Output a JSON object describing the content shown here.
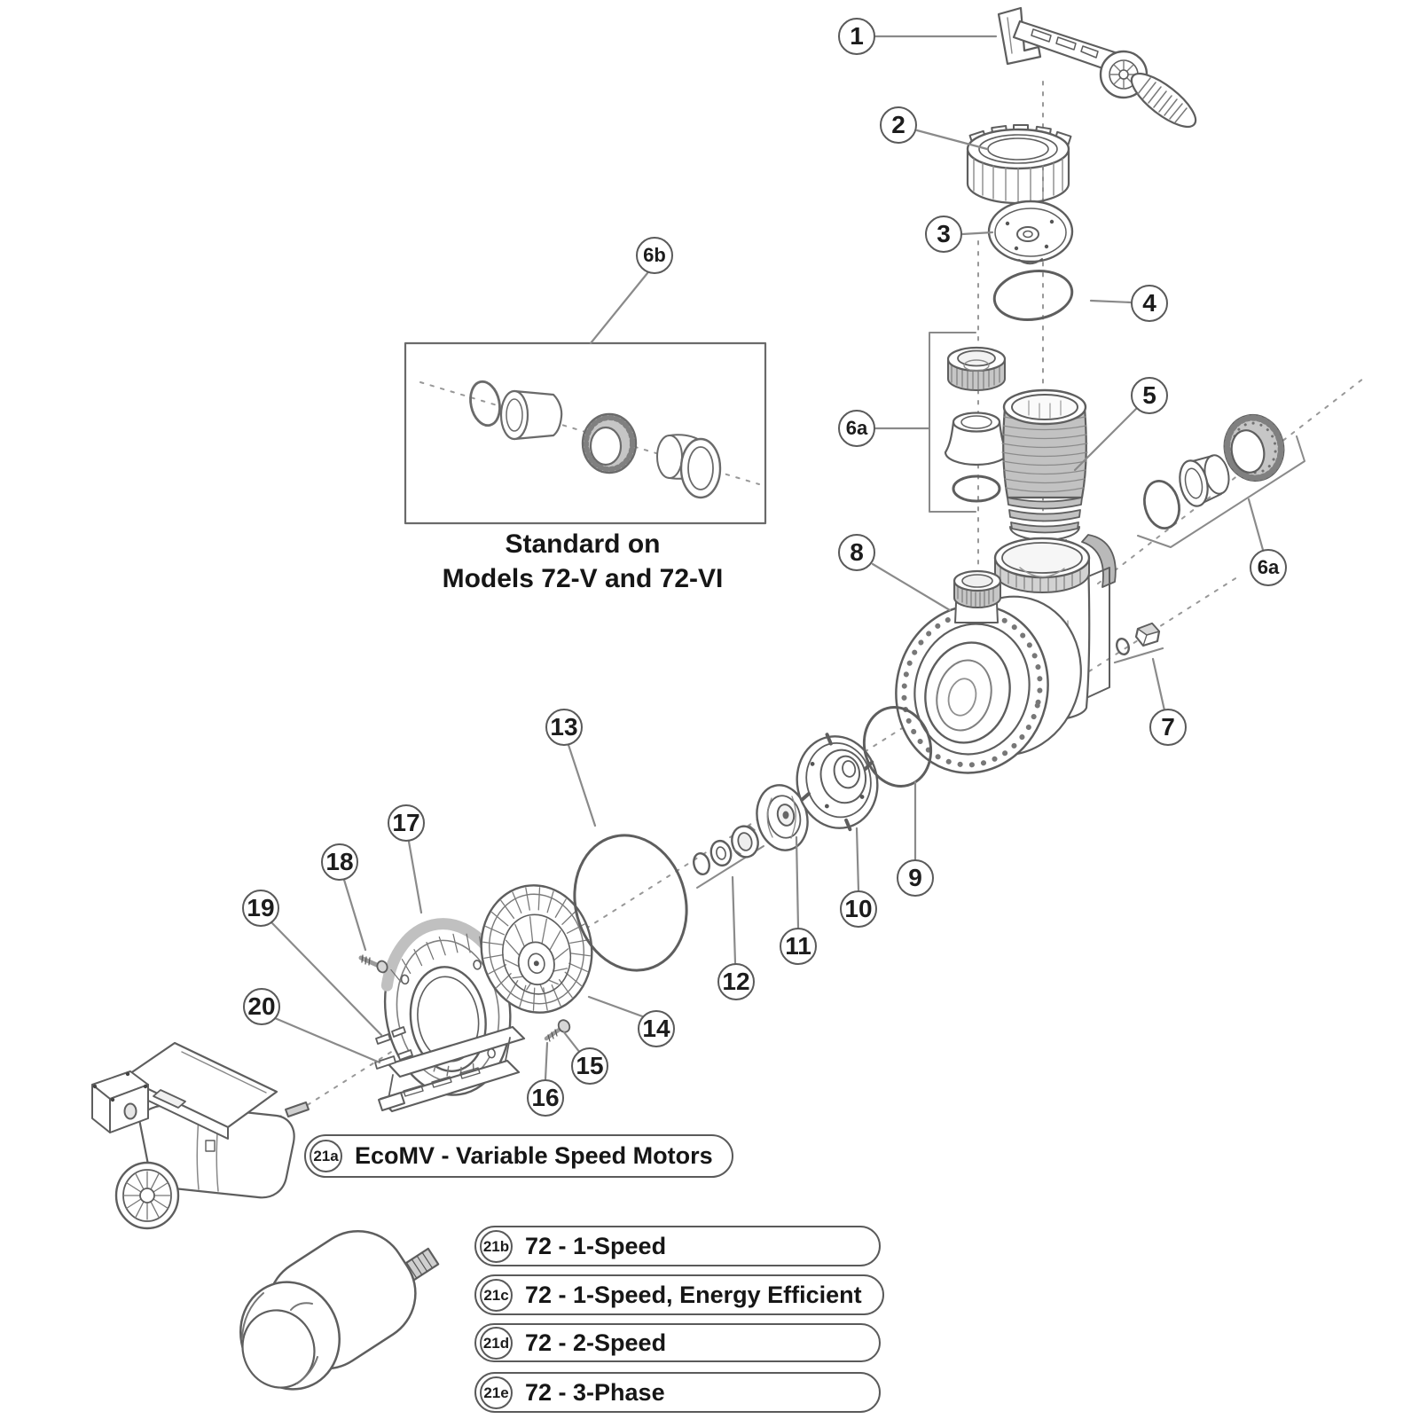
{
  "figure": {
    "type": "exploded-parts-diagram",
    "subject": "pump parts breakdown"
  },
  "colors": {
    "line": "#5e5e5e",
    "leader": "#8a8a8a",
    "dash": "#989898",
    "fill_gray": "#c6c6c6",
    "text": "#161616",
    "background": "#ffffff"
  },
  "note": {
    "line1": "Standard on",
    "line2": "Models 72-V and 72-VI"
  },
  "callouts": [
    {
      "label": "1"
    },
    {
      "label": "2"
    },
    {
      "label": "3"
    },
    {
      "label": "4"
    },
    {
      "label": "5"
    },
    {
      "label": "6b"
    },
    {
      "label": "6a"
    },
    {
      "label": "8"
    },
    {
      "label": "6a"
    },
    {
      "label": "7"
    },
    {
      "label": "13"
    },
    {
      "label": "17"
    },
    {
      "label": "18"
    },
    {
      "label": "9"
    },
    {
      "label": "19"
    },
    {
      "label": "10"
    },
    {
      "label": "11"
    },
    {
      "label": "12"
    },
    {
      "label": "20"
    },
    {
      "label": "14"
    },
    {
      "label": "15"
    },
    {
      "label": "16"
    }
  ],
  "motor_labels": [
    {
      "id": "21a",
      "label": "EcoMV - Variable Speed Motors"
    },
    {
      "id": "21b",
      "label": "72 - 1-Speed"
    },
    {
      "id": "21c",
      "label": "72 - 1-Speed, Energy Efficient"
    },
    {
      "id": "21d",
      "label": "72 - 2-Speed"
    },
    {
      "id": "21e",
      "label": "72 - 3-Phase"
    }
  ]
}
